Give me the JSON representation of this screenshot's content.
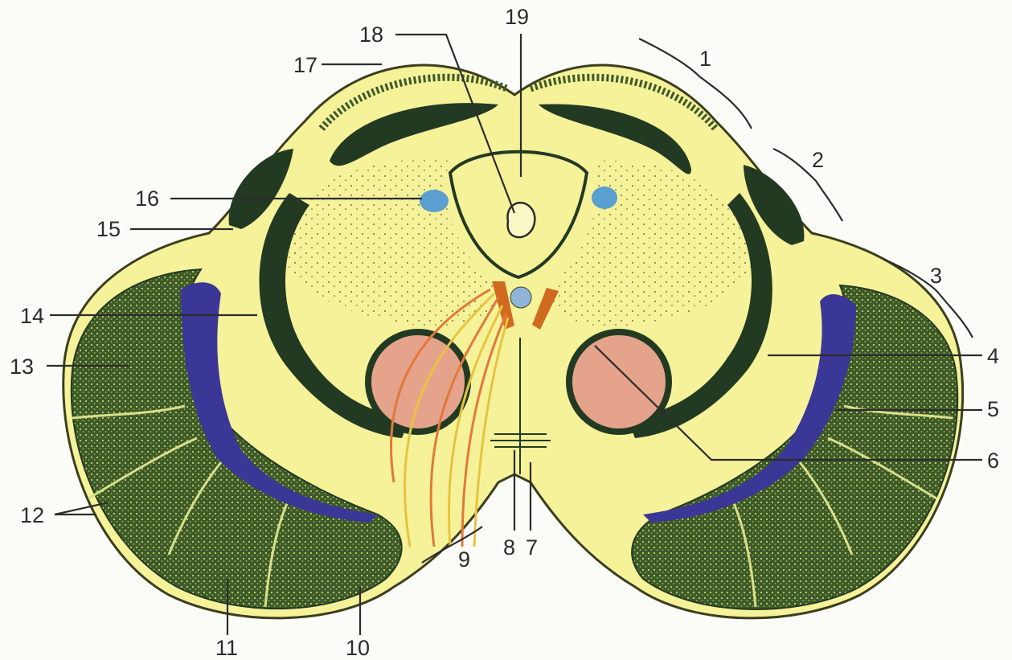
{
  "labels": {
    "l1": "1",
    "l2": "2",
    "l3": "3",
    "l4": "4",
    "l5": "5",
    "l6": "6",
    "l7": "7",
    "l8": "8",
    "l9": "9",
    "l10": "10",
    "l11": "11",
    "l12": "12",
    "l13": "13",
    "l14": "14",
    "l15": "15",
    "l16": "16",
    "l17": "17",
    "l18": "18",
    "l19": "19"
  },
  "colors": {
    "background": "#fbfbf8",
    "section_fill": "#f6f29a",
    "section_outline": "#3b3f1e",
    "dark_tract": "#233a22",
    "lobe_green": "#3d5a2a",
    "violet_nucleus": "#3b3796",
    "pink_nucleus": "#e6a38c",
    "blue_nucleus": "#5a9fd0",
    "orange_nucleus": "#d06a1e",
    "fiber_orange": "#e07a3a",
    "fiber_yellow": "#e6c440",
    "ink": "#2c2c2c"
  }
}
